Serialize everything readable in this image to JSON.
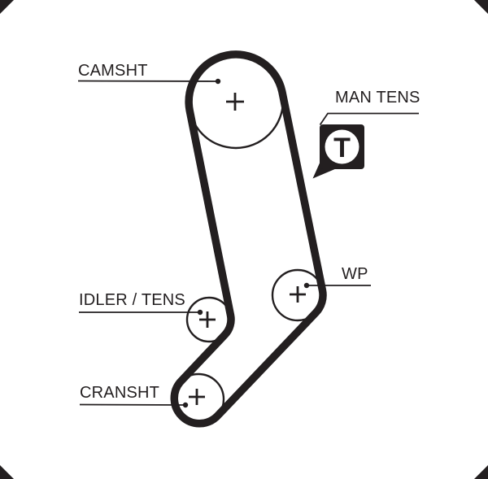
{
  "diagram": {
    "title_hint": "timing belt routing diagram",
    "labels": {
      "camshaft": "CAMSHT",
      "manual_tensioner": "MAN TENS",
      "water_pump": "WP",
      "idler_tensioner": "IDLER / TENS",
      "crankshaft": "CRANSHT"
    },
    "tensioner_icon": {
      "letter": "T"
    },
    "colors": {
      "ink": "#231f20",
      "background": "#ffffff"
    }
  }
}
